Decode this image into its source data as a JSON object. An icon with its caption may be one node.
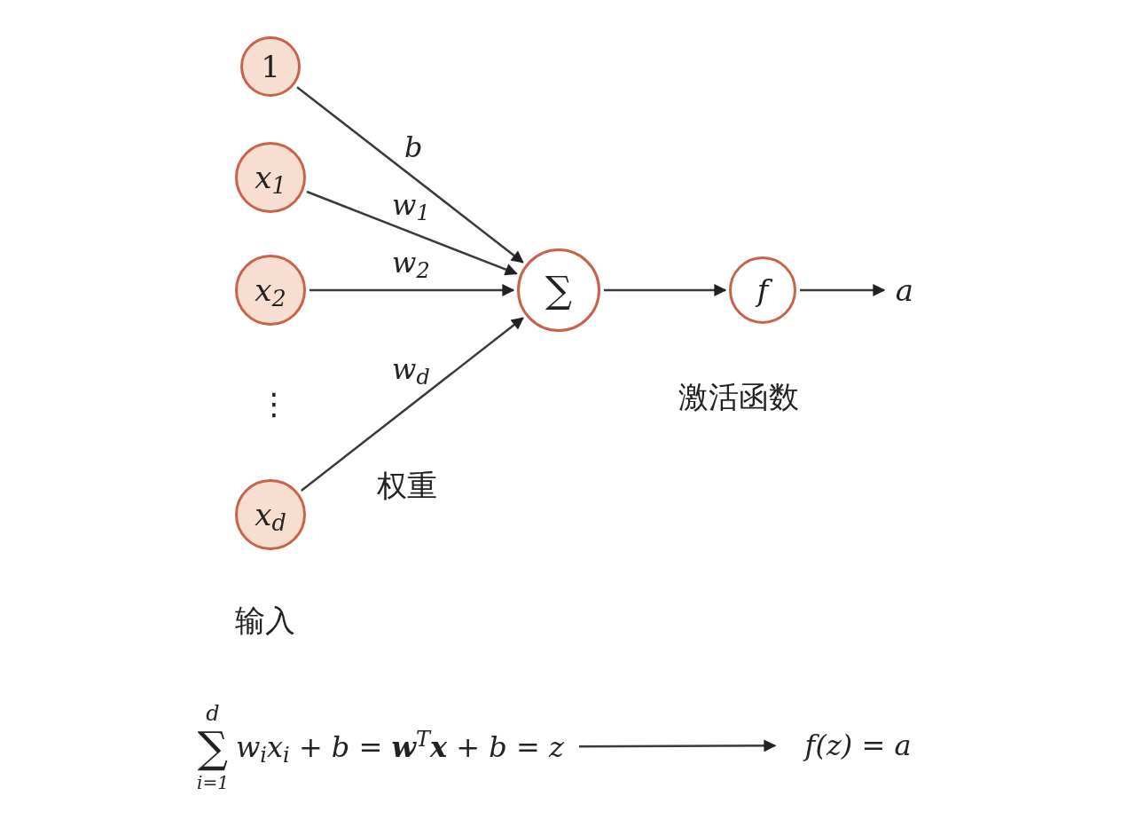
{
  "diagram": {
    "nodes": [
      {
        "text": [
          "1"
        ]
      },
      {
        "text": [
          "x$_{1}$"
        ]
      },
      {
        "text": [
          "x$_{2}$"
        ]
      },
      {
        "text": [
          "x$_{d}$"
        ]
      },
      {
        "text": [
          "∑"
        ]
      },
      {
        "text": [
          "f"
        ]
      },
      {
        "text": [
          "a"
        ]
      },
      {
        "text": [
          "d",
          "∑",
          "i=1",
          "w$_{i}$x$_{i}$ + b = **w**$^{T}$**x** + b = z"
        ]
      },
      {
        "text": [
          "f(z) = a"
        ]
      }
    ],
    "edges": [
      {
        "from": 0,
        "to": 4,
        "arrow": "to",
        "label": "b"
      },
      {
        "from": 1,
        "to": 4,
        "arrow": "to",
        "label": "w$_{1}$"
      },
      {
        "from": 2,
        "to": 4,
        "arrow": "to",
        "label": "w$_{2}$"
      },
      {
        "from": 3,
        "to": 4,
        "arrow": "to",
        "label": "w$_{d}$"
      },
      {
        "from": 4,
        "to": 5,
        "arrow": "to"
      },
      {
        "from": 5,
        "to": 6,
        "arrow": "to"
      },
      {
        "from": 7,
        "to": 8,
        "arrow": "to"
      }
    ],
    "labels": [
      "⋮",
      "权重",
      "激活函数",
      "输入"
    ]
  }
}
